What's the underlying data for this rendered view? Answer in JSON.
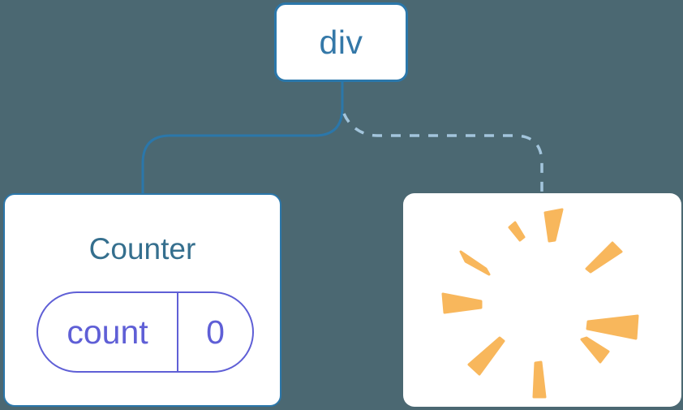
{
  "diagram": {
    "description": "component tree diagram",
    "root": {
      "label": "div"
    },
    "children": [
      {
        "kind": "component",
        "title": "Counter",
        "state": {
          "key": "count",
          "value": "0"
        },
        "edge": "solid"
      },
      {
        "kind": "destroyed",
        "icon": "poof-icon",
        "edge": "dashed"
      }
    ]
  },
  "colors": {
    "background": "#4b6872",
    "card": "#ffffff",
    "stroke_blue": "#2b77aa",
    "div_text": "#3478a8",
    "counter_title": "#356f8e",
    "dashed_blue": "#a3c5dc",
    "pill_purple": "#5f5fd6",
    "poof_orange": "#f8b75c"
  }
}
